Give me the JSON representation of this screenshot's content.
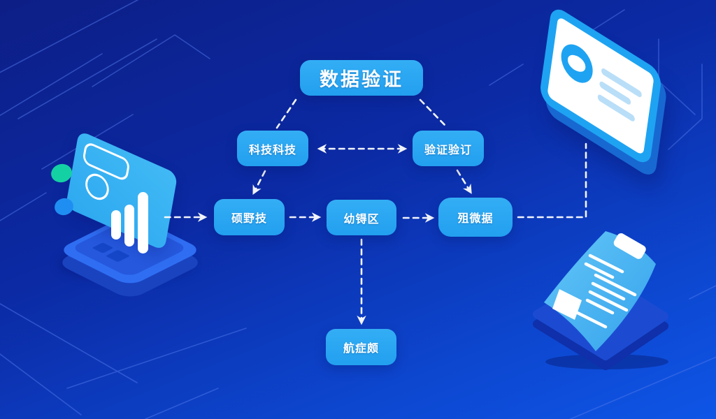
{
  "diagram": {
    "title": "数据验证",
    "nodes": {
      "tech": {
        "label": "科技科技"
      },
      "verify": {
        "label": "验证验订"
      },
      "flow1": {
        "label": "硕野技"
      },
      "flow2": {
        "label": "幼锝区"
      },
      "flow3": {
        "label": "殂微据"
      },
      "result": {
        "label": "航症颇"
      }
    }
  },
  "colors": {
    "background_top": "#0d1e86",
    "background_mid": "#0b2aa4",
    "background_bottom": "#0e55e6",
    "node_fill": "#2ba7f2",
    "node_text": "#ffffff",
    "connector": "#ffffff",
    "illustration_light_blue": "#35b2f3",
    "illustration_mid_blue": "#2f6ef2",
    "illustration_dark_blue": "#1a43c0",
    "teal_accent": "#14d1a4",
    "card_border_blue": "#1ea3f2",
    "trace_line": "#5078ec"
  },
  "icons": {
    "left": "tablet-chart-illustration",
    "top_right": "id-card-illustration",
    "bottom_right": "document-illustration"
  }
}
